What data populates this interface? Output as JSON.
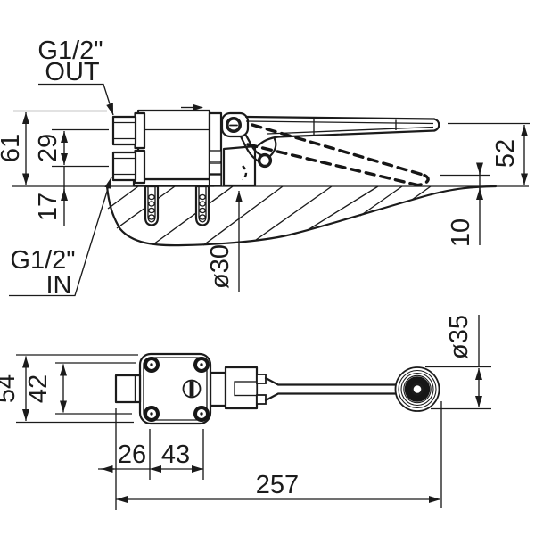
{
  "drawing": {
    "title": "foot-pedal-valve-technical-drawing",
    "side_view": {
      "out_label_line1": "G1/2\"",
      "out_label_line2": "OUT",
      "in_label_line1": "G1/2\"",
      "in_label_line2": "IN",
      "dim_total_height": "61",
      "dim_port_spacing": "29",
      "dim_in_port_height": "17",
      "dim_piston_diameter": "ø30",
      "dim_pedal_height": "52",
      "dim_pedal_travel": "10"
    },
    "plan_view": {
      "dim_body_width": "54",
      "dim_screw_spacing_width": "42",
      "dim_port_to_screw": "26",
      "dim_screw_spacing_length": "43",
      "dim_total_length": "257",
      "dim_pedal_pad_diameter": "ø35"
    }
  }
}
